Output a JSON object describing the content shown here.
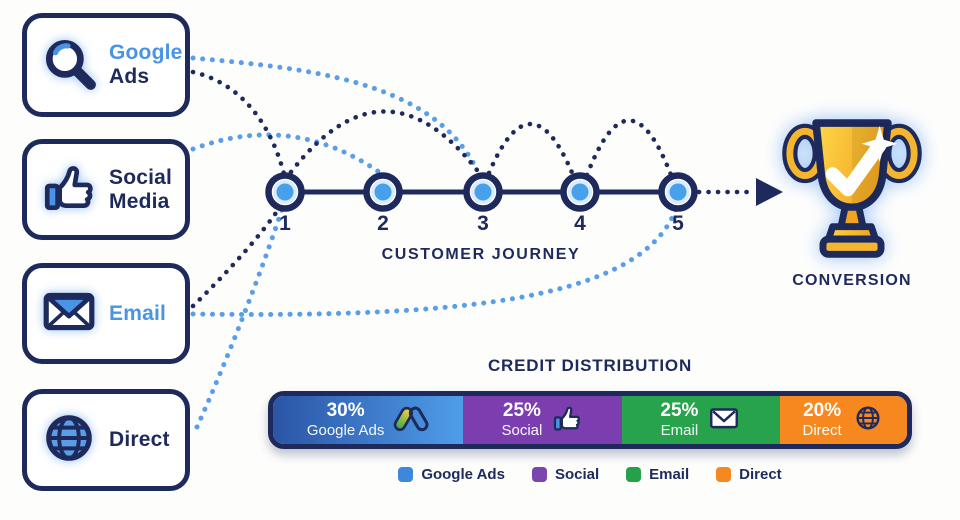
{
  "colors": {
    "navy": "#1e2a5c",
    "blue": "#4a94e6",
    "background": "#fdfdfc",
    "gold": "#f7b733",
    "purple": "#7c3eae",
    "green": "#27a34b",
    "orange": "#f6881f"
  },
  "channels": [
    {
      "name": "Google Ads",
      "line1": "Google",
      "line2": "Ads",
      "icon": "search-icon"
    },
    {
      "name": "Social Media",
      "line1": "Social",
      "line2": "Media",
      "icon": "thumbs-up-icon"
    },
    {
      "name": "Email",
      "line1": "Email",
      "line2": "",
      "icon": "envelope-icon"
    },
    {
      "name": "Direct",
      "line1": "Direct",
      "line2": "",
      "icon": "globe-icon"
    }
  ],
  "journey": {
    "label": "CUSTOMER JOURNEY",
    "steps": [
      "1",
      "2",
      "3",
      "4",
      "5"
    ]
  },
  "conversion": {
    "label": "CONVERSION",
    "icon": "trophy-icon"
  },
  "credit_distribution": {
    "title": "CREDIT DISTRIBUTION",
    "segments": [
      {
        "percent": "30%",
        "label": "Google Ads",
        "value": 30,
        "color": "#3a7fd6",
        "gradient": [
          "#2b55a6",
          "#4f9de9"
        ],
        "icon": "google-ads-logo-icon"
      },
      {
        "percent": "25%",
        "label": "Social",
        "value": 25,
        "color": "#7c3eae",
        "icon": "thumbs-up-icon"
      },
      {
        "percent": "25%",
        "label": "Email",
        "value": 25,
        "color": "#27a34b",
        "icon": "envelope-icon"
      },
      {
        "percent": "20%",
        "label": "Direct",
        "value": 20,
        "color": "#f6881f",
        "icon": "globe-icon"
      }
    ],
    "legend": [
      {
        "label": "Google Ads",
        "color": "#3d87dd"
      },
      {
        "label": "Social",
        "color": "#7c44ad"
      },
      {
        "label": "Email",
        "color": "#27a04a"
      },
      {
        "label": "Direct",
        "color": "#f6881f"
      }
    ]
  },
  "chart_data": {
    "type": "bar",
    "title": "CREDIT DISTRIBUTION",
    "categories": [
      "Google Ads",
      "Social",
      "Email",
      "Direct"
    ],
    "values": [
      30,
      25,
      25,
      20
    ],
    "unit": "%",
    "layout": "stacked-horizontal",
    "colors": [
      "#3a7fd6",
      "#7c3eae",
      "#27a34b",
      "#f6881f"
    ],
    "legend_position": "bottom"
  }
}
